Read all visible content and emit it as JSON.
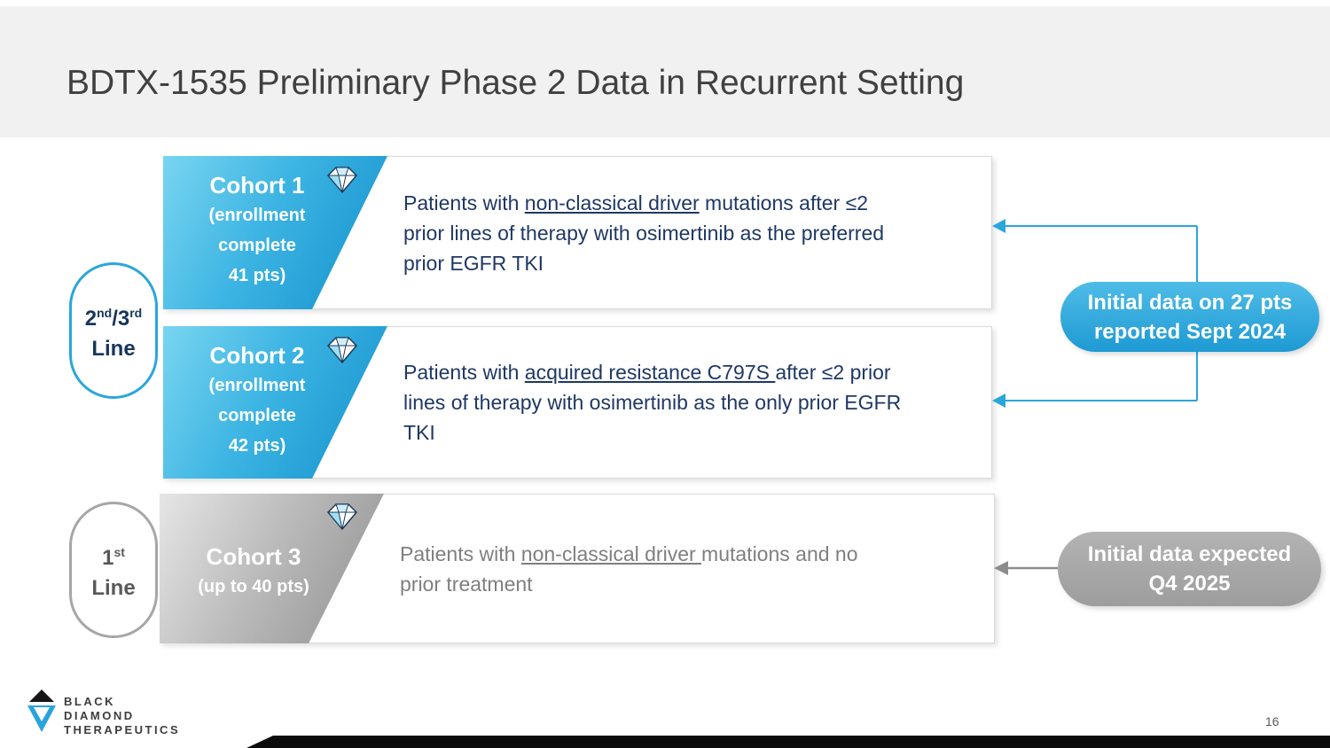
{
  "slide": {
    "title": "BDTX-1535 Preliminary Phase 2 Data in Recurrent Setting",
    "page_number": "16"
  },
  "left_labels": {
    "second_third": {
      "base1": "2",
      "sup1": "nd",
      "base2": "/3",
      "sup2": "rd",
      "line": "Line"
    },
    "first": {
      "base1": "1",
      "sup1": "st",
      "line": "Line"
    }
  },
  "rows": [
    {
      "banner_title": "Cohort 1",
      "banner_sub": "(enrollment\ncomplete\n41 pts)",
      "body_pre": "Patients with ",
      "body_underline": "non-classical driver",
      "body_post": " mutations after ≤2\nprior lines of therapy with osimertinib as the preferred\nprior EGFR TKI"
    },
    {
      "banner_title": "Cohort 2",
      "banner_sub": "(enrollment\ncomplete\n42 pts)",
      "body_pre": "Patients with ",
      "body_underline": "acquired resistance C797S ",
      "body_post": "after ≤2 prior\nlines of therapy with osimertinib as the only prior EGFR\nTKI"
    },
    {
      "banner_title": "Cohort 3",
      "banner_sub": "(up to 40 pts)",
      "body_pre": "Patients with ",
      "body_underline": "non-classical driver ",
      "body_post": "mutations and no\nprior treatment"
    }
  ],
  "callouts": {
    "blue": "Initial data on 27 pts\nreported Sept 2024",
    "gray": "Initial data expected\nQ4 2025"
  },
  "footer": {
    "logo_line1": "Black",
    "logo_line2": "Diamond",
    "logo_line3": "Therapeutics"
  },
  "icons": {
    "banner_icon": "diamond-gem-icon",
    "footer_icon": "black-diamond-logo-icon"
  },
  "colors": {
    "accent_blue": "#29abe2",
    "dark_navy": "#1f3864",
    "body_gray": "#7f7f7f",
    "banner_gray": "#9b9b9b",
    "title_gray": "#404040"
  }
}
